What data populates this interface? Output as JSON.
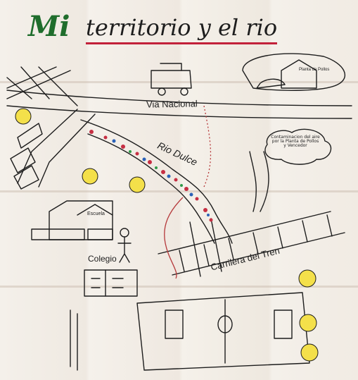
{
  "title": {
    "part1": "Mi",
    "part2": "territorio y el rio"
  },
  "labels": {
    "via_nacional": "Via Nacional",
    "rio_dulce": "Rio Dulce",
    "colegio": "Colegio",
    "escuela": "Escuela",
    "carrilera": "Carrilera del Tren",
    "planta_note": "Contaminacion del aire por la Planta de Pollos y Vencedor",
    "planta_sign": "Planta de Pollos"
  },
  "colors": {
    "title_green": "#1f6d2c",
    "title_red": "#c2213a",
    "ink": "#1d1d1d",
    "river_dots": "#c62f43",
    "red_line": "#b5383a",
    "bulb_yellow": "#f4e04a"
  },
  "icons": [
    "lightbulb-icon",
    "car-icon",
    "truck-icon",
    "person-icon",
    "school-icon",
    "house-icon",
    "factory-icon"
  ]
}
